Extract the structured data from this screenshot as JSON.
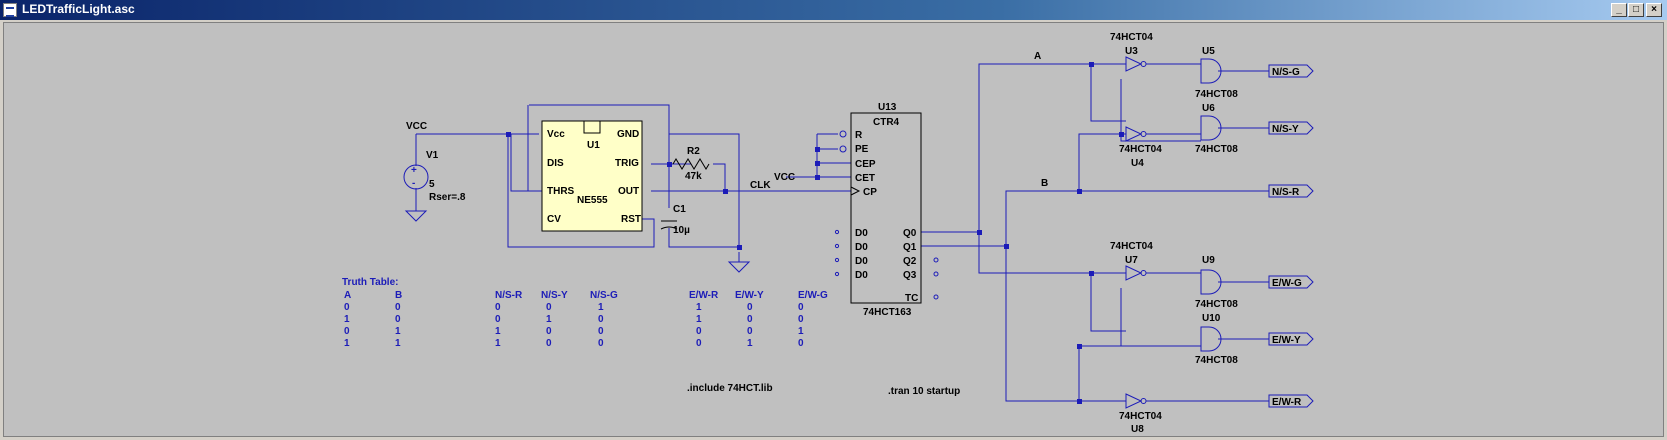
{
  "window": {
    "title": "LEDTrafficLight.asc",
    "min_label": "_",
    "max_label": "□",
    "close_label": "×"
  },
  "colors": {
    "wire": "#1c1cb8",
    "text_blue": "#1c1cb8",
    "text_black": "#000000",
    "ic_fill": "#ffffc8",
    "canvas": "#c0c0c0"
  },
  "schematic": {
    "vcc_label_1": "VCC",
    "vcc_label_2": "VCC",
    "v1": {
      "name": "V1",
      "value": "5",
      "rser": "Rser=.8"
    },
    "u1": {
      "name": "U1",
      "part": "NE555",
      "pins": {
        "vcc": "Vcc",
        "gnd": "GND",
        "dis": "DIS",
        "trig": "TRIG",
        "thrs": "THRS",
        "out": "OUT",
        "cv": "CV",
        "rst": "RST"
      }
    },
    "r2": {
      "name": "R2",
      "value": "47k"
    },
    "c1": {
      "name": "C1",
      "value": "10µ"
    },
    "clk_label": "CLK",
    "u13": {
      "name": "U13",
      "type": "CTR4",
      "part": "74HCT163",
      "pins": {
        "r": "R",
        "pe": "PE",
        "cep": "CEP",
        "cet": "CET",
        "cp": "CP",
        "d0a": "D0",
        "d0b": "D0",
        "d0c": "D0",
        "d0d": "D0",
        "q0": "Q0",
        "q1": "Q1",
        "q2": "Q2",
        "q3": "Q3",
        "tc": "TC"
      }
    },
    "net_a": "A",
    "net_b": "B",
    "gates": {
      "u3": {
        "name": "U3",
        "part": "74HCT04"
      },
      "u4": {
        "name": "U4",
        "part": "74HCT04"
      },
      "u5": {
        "name": "U5",
        "part": "74HCT08"
      },
      "u6": {
        "name": "U6",
        "part": "74HCT08"
      },
      "u7": {
        "name": "U7",
        "part": "74HCT04"
      },
      "u8": {
        "name": "U8",
        "part": "74HCT04"
      },
      "u9": {
        "name": "U9",
        "part": "74HCT08"
      },
      "u10": {
        "name": "U10",
        "part": "74HCT08"
      }
    },
    "outputs": [
      "N/S-G",
      "N/S-Y",
      "N/S-R",
      "E/W-G",
      "E/W-Y",
      "E/W-R"
    ],
    "include_directive": ".include 74HCT.lib",
    "tran_directive": ".tran 10 startup"
  },
  "truth_table": {
    "title": "Truth Table:",
    "headers": [
      "A",
      "B",
      "N/S-R",
      "N/S-Y",
      "N/S-G",
      "E/W-R",
      "E/W-Y",
      "E/W-G"
    ],
    "rows": [
      [
        "0",
        "0",
        "0",
        "0",
        "1",
        "1",
        "0",
        "0"
      ],
      [
        "1",
        "0",
        "0",
        "1",
        "0",
        "1",
        "0",
        "0"
      ],
      [
        "0",
        "1",
        "1",
        "0",
        "0",
        "0",
        "0",
        "1"
      ],
      [
        "1",
        "1",
        "1",
        "0",
        "0",
        "0",
        "1",
        "0"
      ]
    ]
  }
}
